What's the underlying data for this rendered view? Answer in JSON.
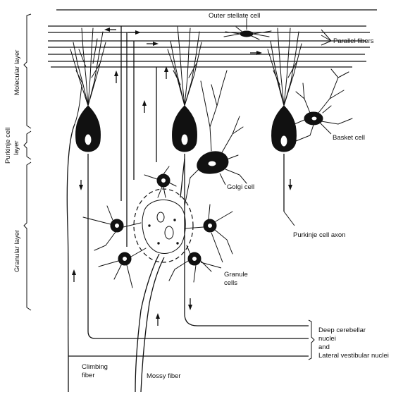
{
  "layers": {
    "molecular": "Molecular layer",
    "purkinje_line1": "Purkinje cell",
    "purkinje_line2": "layer",
    "granular": "Granular layer"
  },
  "labels": {
    "outer_stellate": "Outer stellate cell",
    "parallel_fibers": "Parallel fibers",
    "basket_cell": "Basket cell",
    "golgi_cell": "Golgi cell",
    "purkinje_axon": "Purkinje cell axon",
    "granule_line1": "Granule",
    "granule_line2": "cells",
    "deep_line1": "Deep cerebellar",
    "deep_line2": "nuclei",
    "deep_line3": "and",
    "deep_line4": "Lateral vestibular nuclei",
    "climbing_line1": "Climbing",
    "climbing_line2": "fiber",
    "mossy_fiber": "Mossy fiber"
  }
}
